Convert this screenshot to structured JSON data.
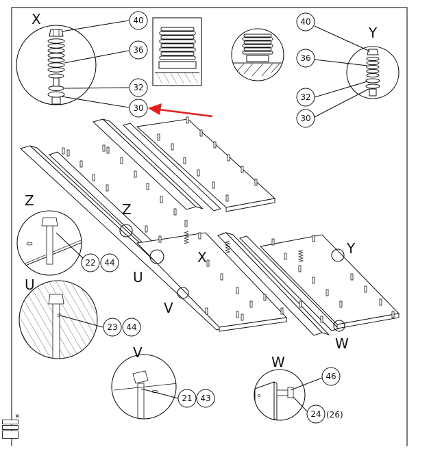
{
  "detail_labels": {
    "x_top": "X",
    "y_top": "Y",
    "z_left": "Z",
    "u_left": "U",
    "v_bottom": "V",
    "w_bottom": "W",
    "z_main": "Z",
    "u_main": "U",
    "x_main": "X",
    "v_main": "V",
    "y_main": "Y",
    "w_main": "W"
  },
  "part_numbers": {
    "x_40": "40",
    "x_36": "36",
    "x_32": "32",
    "x_30": "30",
    "y_40": "40",
    "y_36": "36",
    "y_32": "32",
    "y_30": "30",
    "z_22": "22",
    "z_44": "44",
    "u_23": "23",
    "u_44": "44",
    "v_21": "21",
    "v_43": "43",
    "w_46": "46",
    "w_24": "24",
    "w_26": "(26)"
  },
  "colors": {
    "line": "#111111",
    "highlight_arrow": "#e02020",
    "background": "#ffffff"
  },
  "icons": {
    "highlight": "red-arrow-icon",
    "close": "close-icon"
  }
}
